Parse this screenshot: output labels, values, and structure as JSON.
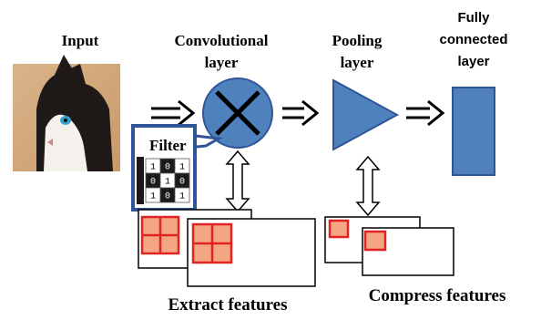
{
  "labels": {
    "input": "Input",
    "conv_line1": "Convolutional",
    "conv_line2": "layer",
    "pool_line1": "Pooling",
    "pool_line2": "layer",
    "fc_line1": "Fully",
    "fc_line2": "connected",
    "fc_line3": "layer",
    "filter": "Filter",
    "extract": "Extract features",
    "compress": "Compress features"
  },
  "filter_matrix": [
    [
      "1",
      "0",
      "1"
    ],
    [
      "0",
      "1",
      "0"
    ],
    [
      "1",
      "0",
      "1"
    ]
  ],
  "colors": {
    "node_fill": "#4f81bd",
    "node_stroke": "#2f5597",
    "highlight_stroke": "#e02424",
    "highlight_fill": "#f4a582",
    "filter_box_stroke": "#2f5597"
  },
  "icons": {
    "input_image": "cat-photo",
    "conv_node": "circle-with-cross-icon",
    "pool_node": "triangle-icon",
    "fc_node": "rectangle-icon"
  }
}
